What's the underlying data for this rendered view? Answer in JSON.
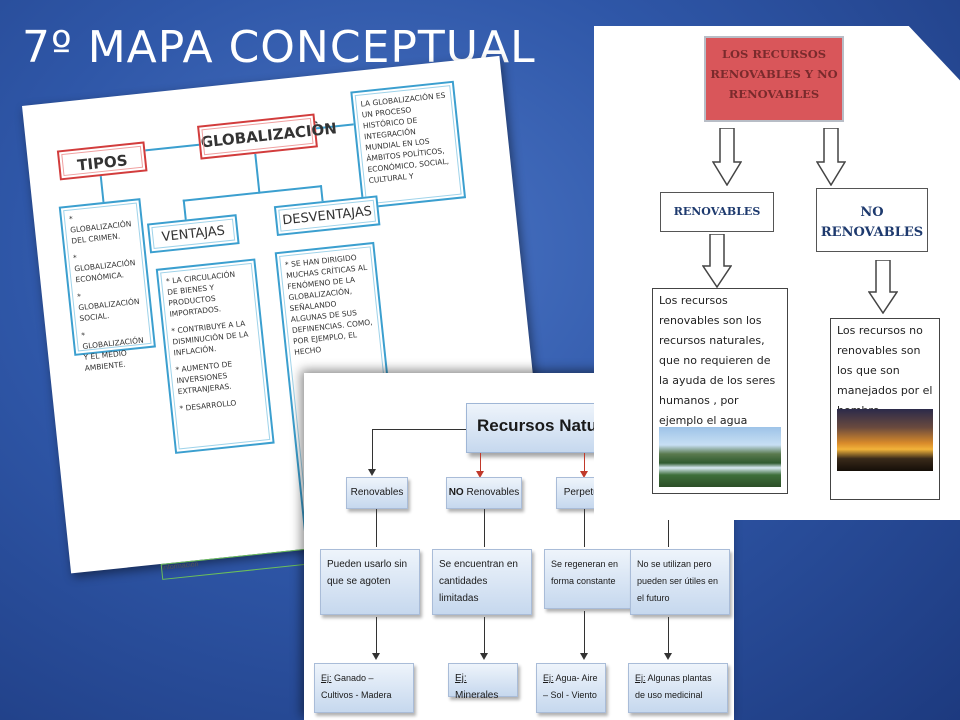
{
  "slide": {
    "title": "7º MAPA CONCEPTUAL"
  },
  "globalizacion": {
    "title": "GLOBALIZACIÒN",
    "tipos": {
      "label": "TIPOS",
      "items": [
        "* GLOBALIZACIÓN DEL CRIMEN.",
        "* GLOBALIZACIÓN ECONÓMICA.",
        "* GLOBALIZACIÓN SOCIAL.",
        "* GLOBALIZACIÓN Y EL MEDIO AMBIENTE."
      ]
    },
    "definicion": "LA GLOBALIZACIÓN ES UN PROCESO HISTÓRICO DE INTEGRACIÓN MUNDIAL EN LOS ÁMBITOS POLÍTICOS, ECONÓMICO, SOCIAL, CULTURAL Y",
    "ventajas": {
      "label": "VENTAJAS",
      "items": [
        "* LA CIRCULACIÓN DE BIENES Y PRODUCTOS IMPORTADOS.",
        "* CONTRIBUYE A LA DISMINUCIÓN DE LA INFLACIÓN.",
        "* AUMENTO DE INVERSIONES EXTRANJERAS.",
        "* DESARROLLO"
      ]
    },
    "desventajas": {
      "label": "DESVENTAJAS",
      "text": "* SE HAN DIRIGIDO MUCHAS CRÍTICAS AL FENÓMENO DE LA GLOBALIZACIÓN, SEÑALANDO ALGUNAS DE SUS DEFINENCIAS. COMO, POR EJEMPLO, EL HECHO"
    },
    "bottom_text": "Información"
  },
  "recursos_renovables": {
    "title": "LOS RECURSOS RENOVABLES Y NO RENOVABLES",
    "renovables": {
      "label": "RENOVABLES",
      "desc": "Los recursos renovables son los recursos naturales, que no requieren de la ayuda de los seres humanos , por ejemplo el agua"
    },
    "no_renovables": {
      "label": "NO RENOVABLES",
      "desc": "Los recursos no renovables son los que son manejados por el hombre"
    }
  },
  "recursos_naturales": {
    "title": "Recursos Naturales",
    "categories": [
      {
        "label": "Renovables",
        "desc": "Pueden usarlo sin que se agoten",
        "example_prefix": "Ej:",
        "example": " Ganado – Cultivos - Madera"
      },
      {
        "label_bold": "NO",
        "label": " Renovables",
        "desc": "Se encuentran en cantidades limitadas",
        "example_prefix": "Ej:",
        "example": " Minerales"
      },
      {
        "label": "Perpetuo",
        "desc": "Se regeneran en forma constante",
        "example_prefix": "Ej:",
        "example": " Agua- Aire – Sol - Viento"
      },
      {
        "label": "",
        "desc": "No se utilizan pero pueden ser útiles en el futuro",
        "example_prefix": "Ej:",
        "example": " Algunas plantas de uso medicinal"
      }
    ]
  }
}
